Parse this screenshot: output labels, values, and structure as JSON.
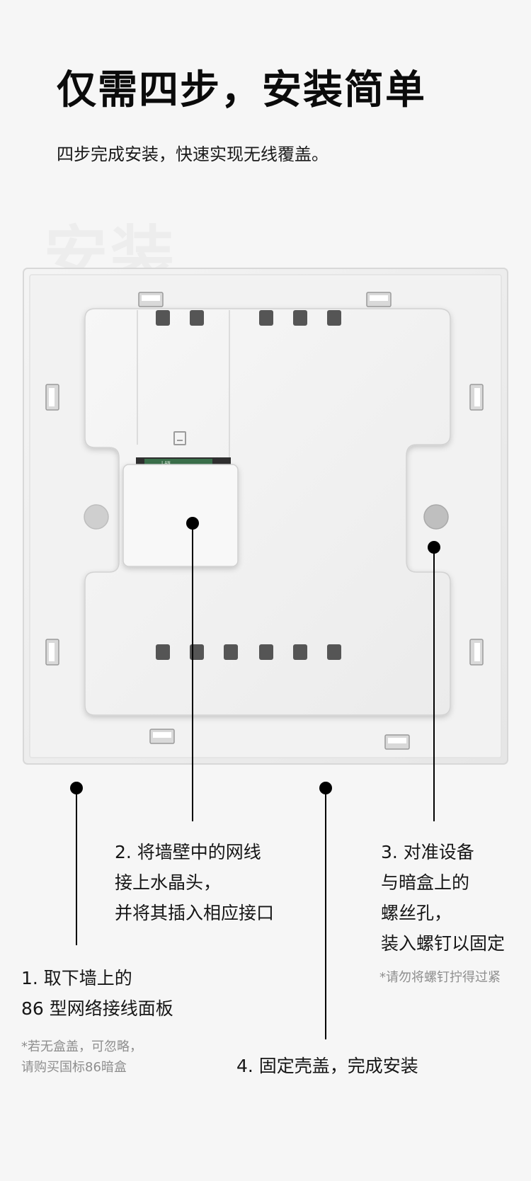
{
  "header": {
    "title": "仅需四步，安装简单",
    "subtitle": "四步完成安装，快速实现无线覆盖。",
    "watermark": "安装"
  },
  "product": {
    "port_label": "LAN",
    "icon": "wall-panel-back-illustration"
  },
  "steps": [
    {
      "lines": [
        "1. 取下墙上的",
        "86 型网络接线面板"
      ],
      "note": [
        "*若无盒盖，可忽略，",
        "请购买国标86暗盒"
      ]
    },
    {
      "lines": [
        "2. 将墙壁中的网线",
        "接上水晶头，",
        "并将其插入相应接口"
      ]
    },
    {
      "lines": [
        "3. 对准设备",
        "与暗盒上的",
        "螺丝孔，",
        "装入螺钉以固定"
      ],
      "note": [
        "*请勿将螺钉拧得过紧"
      ]
    },
    {
      "lines": [
        "4. 固定壳盖，完成安装"
      ]
    }
  ]
}
